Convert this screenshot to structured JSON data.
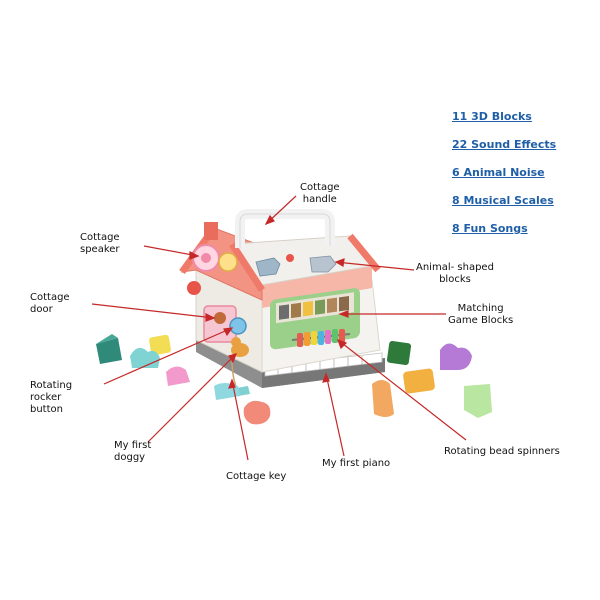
{
  "features": [
    "11 3D Blocks",
    "22 Sound Effects",
    "6 Animal Noise",
    "8 Musical Scales",
    "8 Fun Songs"
  ],
  "callouts": {
    "handle": [
      "Cottage",
      "handle"
    ],
    "speaker": [
      "Cottage",
      "speaker"
    ],
    "door": [
      "Cottage",
      "door"
    ],
    "rocker": [
      "Rotating",
      "rocker",
      "button"
    ],
    "doggy": [
      "My first",
      "doggy"
    ],
    "key": [
      "Cottage key"
    ],
    "piano": [
      "My first piano"
    ],
    "bead": [
      "Rotating bead spinners"
    ],
    "matching": [
      "Matching",
      "Game Blocks"
    ],
    "animal": [
      "Animal- shaped",
      "blocks"
    ]
  },
  "colors": {
    "feature_text": "#1f5fa8",
    "arrow": "#c62828",
    "roof": "#f08a7a",
    "house_body": "#f4f1ec",
    "base": "#8c8c8c"
  }
}
